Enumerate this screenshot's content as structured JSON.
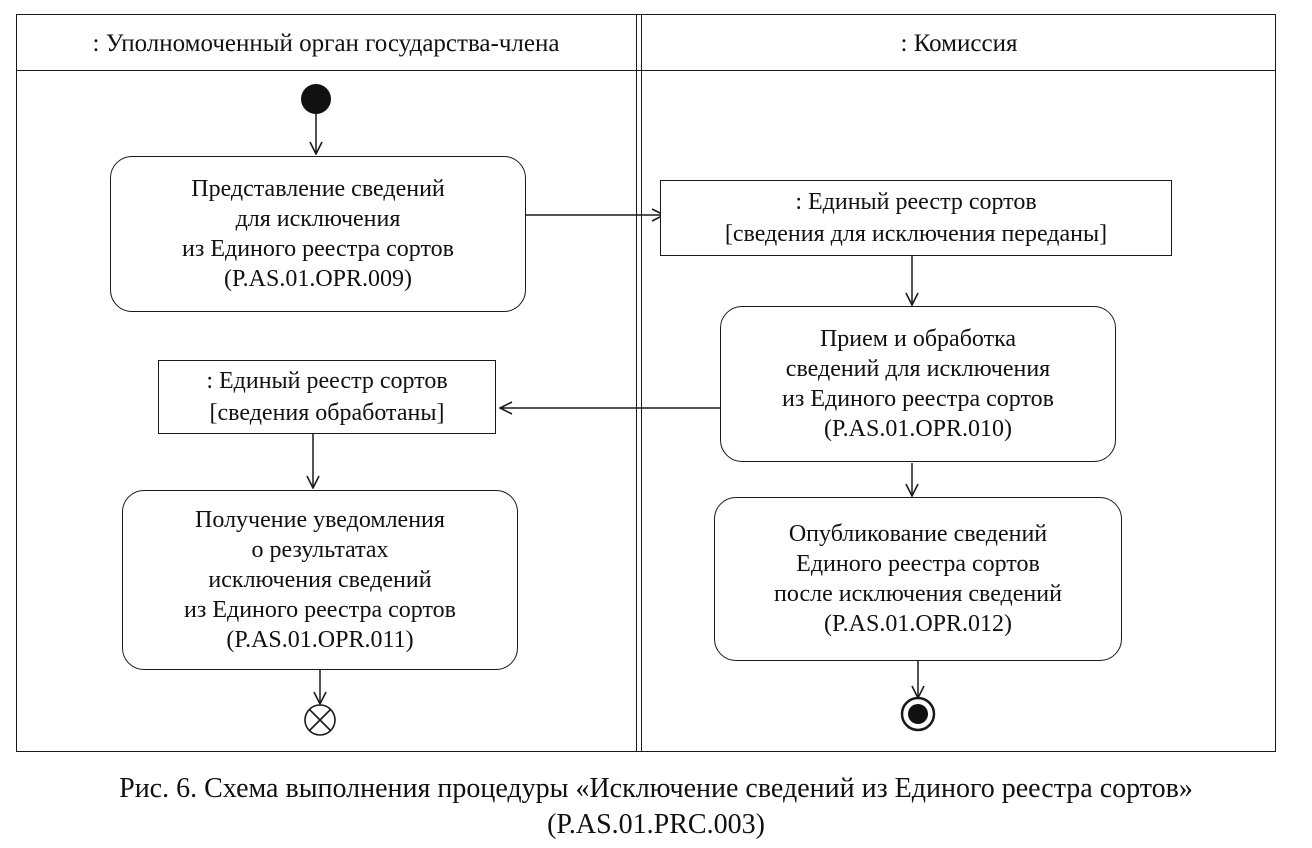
{
  "lanes": {
    "left": {
      "title": ": Уполномоченный орган государства-члена"
    },
    "right": {
      "title": ": Комиссия"
    }
  },
  "actions": {
    "submit": {
      "lines": [
        "Представление сведений",
        "для исключения",
        "из Единого реестра сортов",
        "(P.AS.01.OPR.009)"
      ]
    },
    "process": {
      "lines": [
        "Прием и обработка",
        "сведений для исключения",
        "из Единого реестра сортов",
        "(P.AS.01.OPR.010)"
      ]
    },
    "notify": {
      "lines": [
        "Получение уведомления",
        "о результатах",
        "исключения сведений",
        "из Единого реестра сортов",
        "(P.AS.01.OPR.011)"
      ]
    },
    "publish": {
      "lines": [
        "Опубликование сведений",
        "Единого реестра сортов",
        "после исключения сведений",
        "(P.AS.01.OPR.012)"
      ]
    }
  },
  "objects": {
    "transferred": {
      "name": ": Единый реестр сортов",
      "state": "[сведения для исключения переданы]"
    },
    "processed": {
      "name": ": Единый реестр сортов",
      "state": "[сведения обработаны]"
    }
  },
  "caption": {
    "line1": "Рис. 6. Схема выполнения процедуры «Исключение сведений из Единого реестра сортов»",
    "line2": "(P.AS.01.PRC.003)"
  }
}
